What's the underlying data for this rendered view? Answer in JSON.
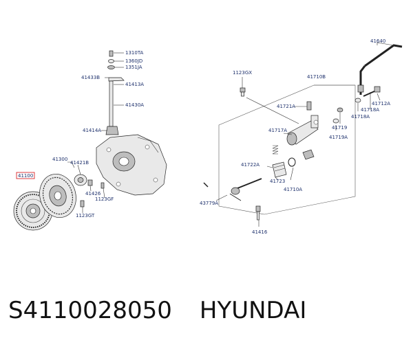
{
  "labels": {
    "l41100": "41100",
    "l41300": "41300",
    "l41421B": "41421B",
    "l41426": "41426",
    "l1123GF": "1123GF",
    "l1123GT": "1123GT",
    "l1310TA": "1310TA",
    "l1360JD": "1360JD",
    "l1351JA": "1351JA",
    "l41433B": "41433B",
    "l41413A": "41413A",
    "l41430A": "41430A",
    "l41414A": "41414A",
    "l1123GX": "1123GX",
    "l41710B": "41710B",
    "l41721A": "41721A",
    "l41717A": "41717A",
    "l41722A": "41722A",
    "l41723": "41723",
    "l41710A": "41710A",
    "l43779A": "43779A",
    "l41416": "41416",
    "l41719": "41719",
    "l41719A": "41719A",
    "l41718A_1": "41718A",
    "l41718A_2": "41718A",
    "l41712A": "41712A",
    "l41640": "41640"
  },
  "caption": {
    "part_number": "S4110028050",
    "brand": "HYUNDAI"
  },
  "colors": {
    "label_text": "#1c2f6b",
    "highlight_box": "#d9262b"
  }
}
